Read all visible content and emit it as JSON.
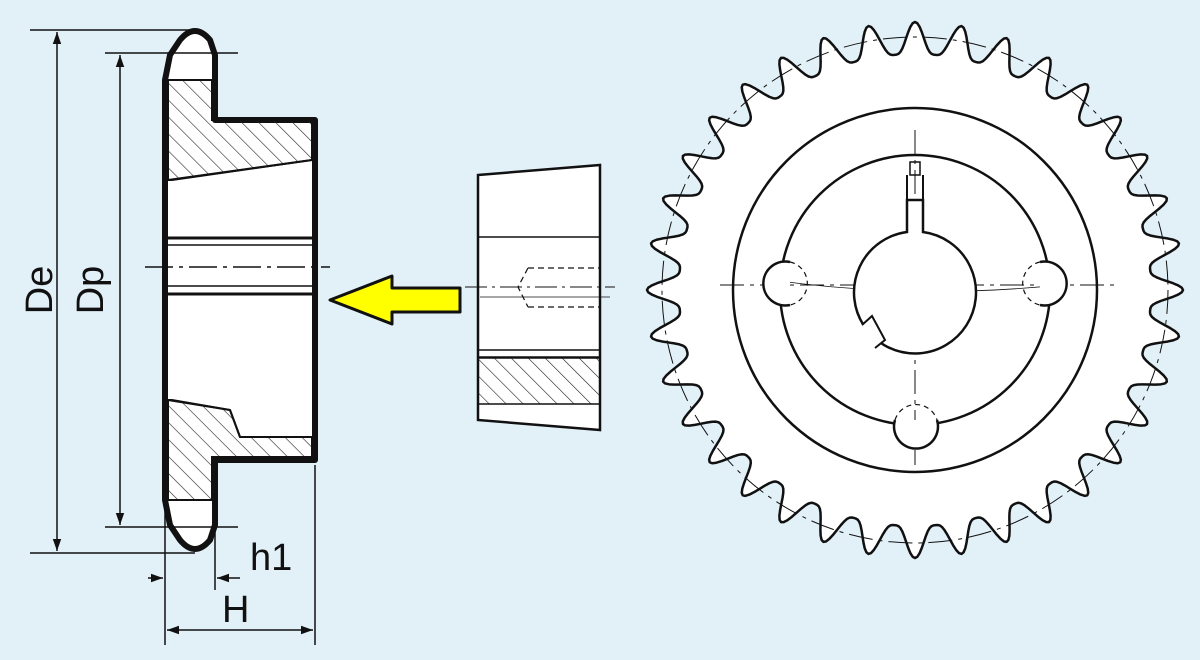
{
  "labels": {
    "outer_diameter": "De",
    "pitch_diameter": "Dp",
    "hub_offset": "h1",
    "total_width": "H"
  },
  "sprocket": {
    "teeth": 36
  },
  "colors": {
    "background": "#e2f0f8",
    "line": "#111111",
    "arrow_fill": "#ffff00",
    "part_fill": "#ffffff"
  }
}
